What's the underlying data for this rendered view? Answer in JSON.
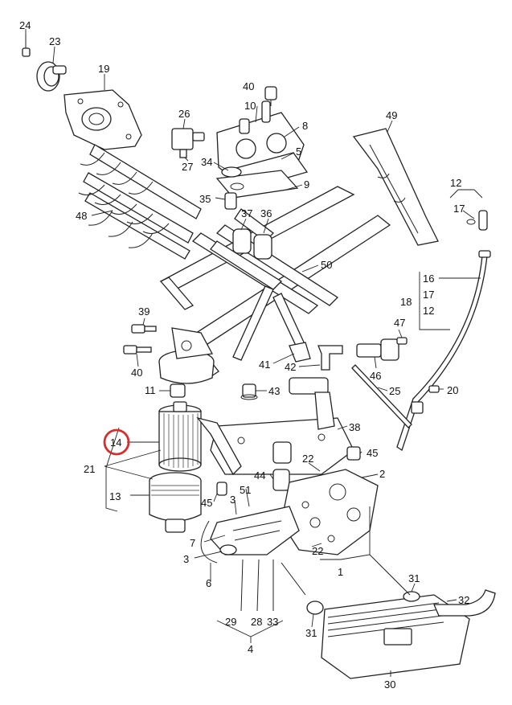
{
  "diagram": {
    "highlight_color": "#d32f2f",
    "highlighted_label": "14",
    "labels": [
      "24",
      "23",
      "19",
      "40",
      "10",
      "26",
      "8",
      "5",
      "49",
      "27",
      "34",
      "9",
      "35",
      "37",
      "36",
      "12",
      "17",
      "48",
      "50",
      "16",
      "17",
      "18",
      "12",
      "39",
      "47",
      "40",
      "41",
      "42",
      "46",
      "11",
      "43",
      "25",
      "20",
      "38",
      "14",
      "21",
      "45",
      "22",
      "2",
      "44",
      "13",
      "51",
      "45",
      "3",
      "7",
      "3",
      "6",
      "22",
      "1",
      "31",
      "32",
      "29",
      "28",
      "33",
      "4",
      "31",
      "30"
    ]
  }
}
